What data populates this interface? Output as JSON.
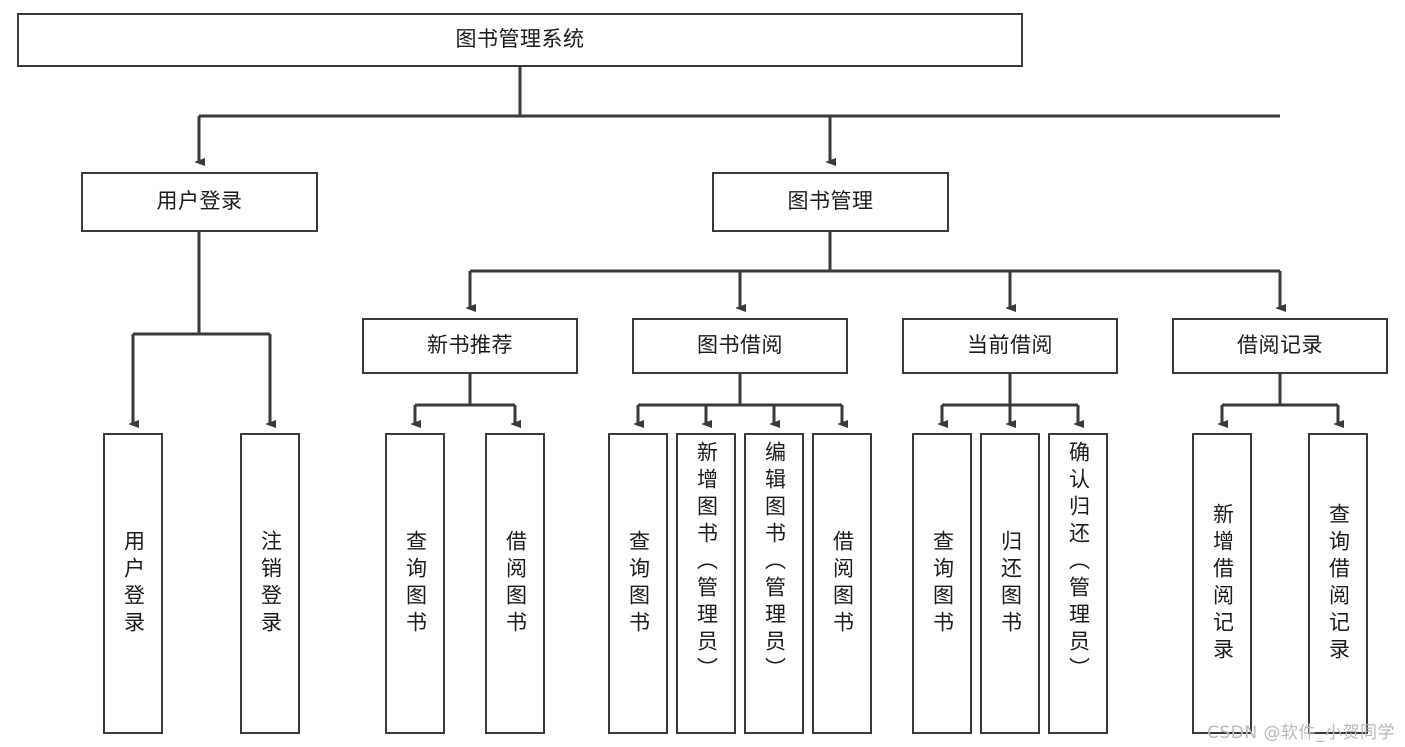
{
  "diagram": {
    "type": "tree-hierarchy-chart",
    "title": "图书管理系统",
    "watermark": "CSDN @软件_小贺同学",
    "colors": {
      "stroke": "#3a3a3a",
      "fill": "#ffffff",
      "text": "#1b1b1b",
      "watermark": "#b9b9b9"
    },
    "root": {
      "label": "图书管理系统"
    },
    "level2": [
      {
        "id": "user-login",
        "label": "用户登录"
      },
      {
        "id": "book-manage",
        "label": "图书管理"
      }
    ],
    "level3": [
      {
        "id": "new-book-recommend",
        "label": "新书推荐"
      },
      {
        "id": "book-borrow",
        "label": "图书借阅"
      },
      {
        "id": "current-borrow",
        "label": "当前借阅"
      },
      {
        "id": "borrow-record",
        "label": "借阅记录"
      }
    ],
    "leaves": {
      "user-login": [
        {
          "id": "leaf-user-login",
          "label": "用户登录"
        },
        {
          "id": "leaf-logout",
          "label": "注销登录"
        }
      ],
      "new-book-recommend": [
        {
          "id": "leaf-query-book-1",
          "label": "查询图书"
        },
        {
          "id": "leaf-borrow-book-1",
          "label": "借阅图书"
        }
      ],
      "book-borrow": [
        {
          "id": "leaf-query-book-2",
          "label": "查询图书"
        },
        {
          "id": "leaf-add-book",
          "label": "新增图书（管理员）"
        },
        {
          "id": "leaf-edit-book",
          "label": "编辑图书（管理员）"
        },
        {
          "id": "leaf-borrow-book-2",
          "label": "借阅图书"
        }
      ],
      "current-borrow": [
        {
          "id": "leaf-query-book-3",
          "label": "查询图书"
        },
        {
          "id": "leaf-return-book",
          "label": "归还图书"
        },
        {
          "id": "leaf-confirm-return",
          "label": "确认归还（管理员）"
        }
      ],
      "borrow-record": [
        {
          "id": "leaf-add-record",
          "label": "新增借阅记录"
        },
        {
          "id": "leaf-query-record",
          "label": "查询借阅记录"
        }
      ]
    }
  }
}
